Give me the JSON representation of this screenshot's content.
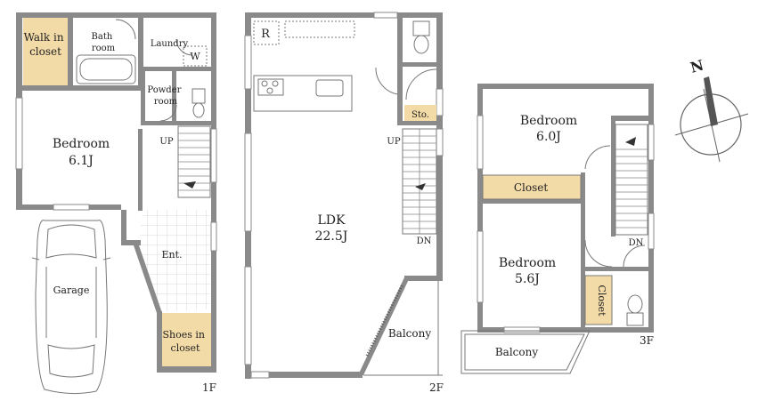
{
  "floor1": {
    "walk_in_closet": [
      "Walk in",
      "closet"
    ],
    "bathroom": [
      "Bath",
      "room"
    ],
    "laundry": "Laundry",
    "washer": "W",
    "powder_room": [
      "Powder",
      "room"
    ],
    "up": "UP",
    "bedroom": "Bedroom",
    "bedroom_size": "6.1J",
    "entrance": "Ent.",
    "garage": "Garage",
    "shoes_closet": [
      "Shoes in",
      "closet"
    ],
    "floor_label": "1F"
  },
  "floor2": {
    "fridge": "R",
    "storage": "Sto.",
    "up": "UP",
    "down": "DN",
    "ldk": "LDK",
    "ldk_size": "22.5J",
    "balcony": "Balcony",
    "floor_label": "2F"
  },
  "floor3": {
    "bedroom_a": "Bedroom",
    "bedroom_a_size": "6.0J",
    "closet": "Closet",
    "bedroom_b": "Bedroom",
    "bedroom_b_size": "5.6J",
    "closet_vertical": "Closet",
    "down": "DN",
    "balcony": "Balcony",
    "floor_label": "3F"
  },
  "compass": {
    "north": "N"
  },
  "colors": {
    "wall": "#8a8a8a",
    "closet": "#f3dba8",
    "tile_grid": "#cfcfcf"
  }
}
